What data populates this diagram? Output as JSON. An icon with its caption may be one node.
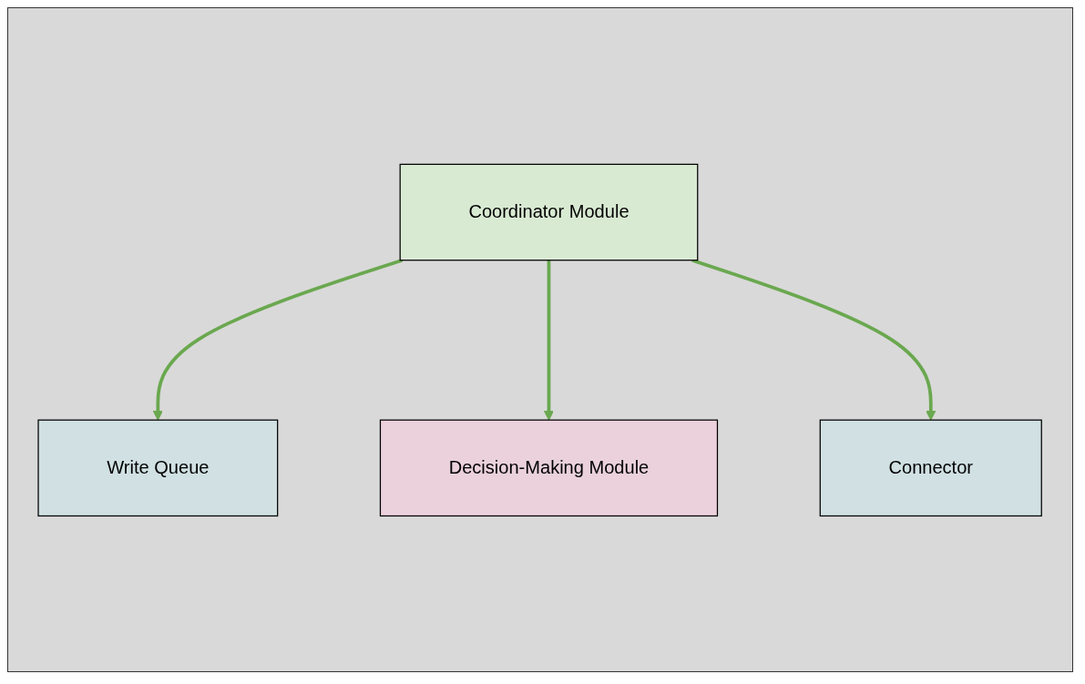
{
  "diagram": {
    "nodes": [
      {
        "text": [
          "Coordinator Module"
        ]
      },
      {
        "text": [
          "Write Queue"
        ]
      },
      {
        "text": [
          "Decision-Making Module"
        ]
      },
      {
        "text": [
          "Connector"
        ]
      }
    ],
    "edges": [
      {
        "from": 0,
        "to": 1,
        "arrow": "to"
      },
      {
        "from": 0,
        "to": 2,
        "arrow": "to"
      },
      {
        "from": 0,
        "to": 3,
        "arrow": "to"
      }
    ]
  }
}
